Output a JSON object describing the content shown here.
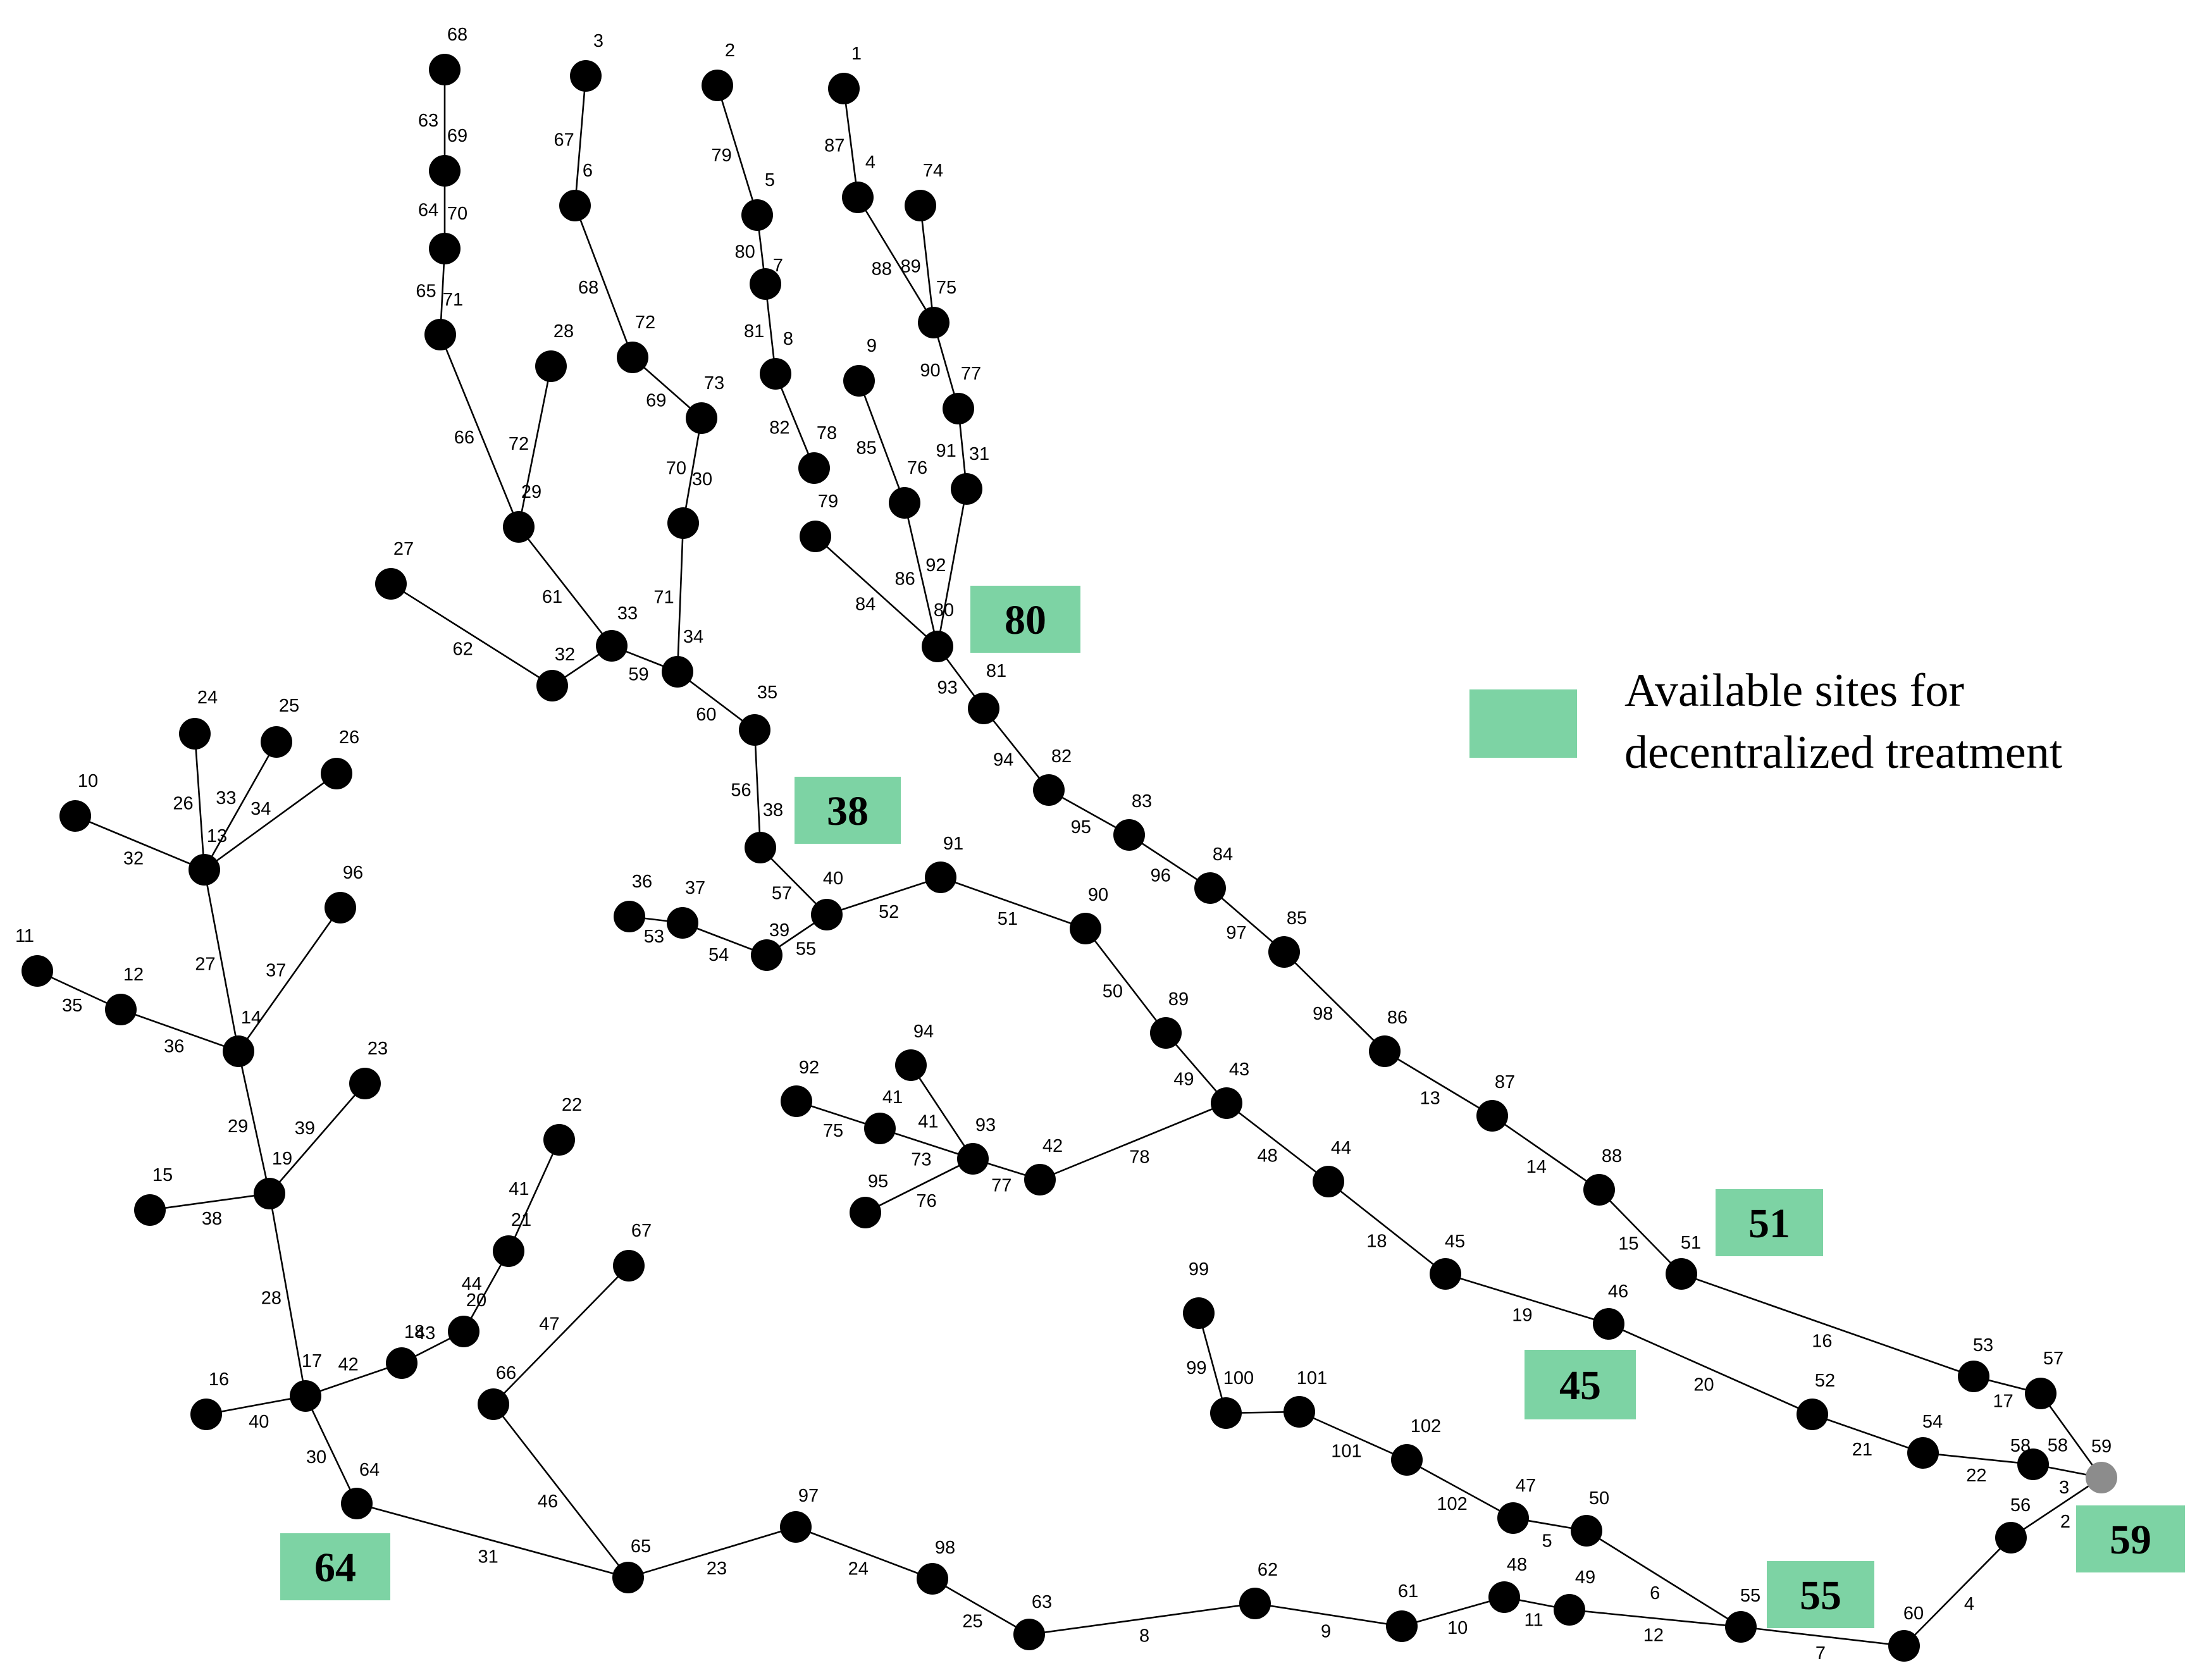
{
  "legend": {
    "line1": "Available sites for",
    "line2": "decentralized treatment",
    "color": "#7dd3a4"
  },
  "colors": {
    "node": "#000000",
    "outlet": "#8c8c8c",
    "edge": "#000000",
    "site": "#7dd3a4"
  },
  "outlet_node": "59",
  "treatment_sites": [
    "80",
    "38",
    "51",
    "45",
    "64",
    "55",
    "59"
  ],
  "nodes": [
    {
      "id": "68",
      "label": "68"
    },
    {
      "id": "69",
      "label": "69"
    },
    {
      "id": "70",
      "label": "70"
    },
    {
      "id": "71",
      "label": "71"
    },
    {
      "id": "3",
      "label": "3"
    },
    {
      "id": "6",
      "label": "6"
    },
    {
      "id": "72",
      "label": "72"
    },
    {
      "id": "73",
      "label": "73"
    },
    {
      "id": "30",
      "label": "30"
    },
    {
      "id": "34",
      "label": "34"
    },
    {
      "id": "28",
      "label": "28"
    },
    {
      "id": "29",
      "label": "29"
    },
    {
      "id": "27",
      "label": "27"
    },
    {
      "id": "32",
      "label": "32"
    },
    {
      "id": "33",
      "label": "33"
    },
    {
      "id": "35",
      "label": "35"
    },
    {
      "id": "38",
      "label": "38"
    },
    {
      "id": "2",
      "label": "2"
    },
    {
      "id": "5",
      "label": "5"
    },
    {
      "id": "7",
      "label": "7"
    },
    {
      "id": "8",
      "label": "8"
    },
    {
      "id": "78",
      "label": "78"
    },
    {
      "id": "79",
      "label": "79"
    },
    {
      "id": "1",
      "label": "1"
    },
    {
      "id": "4",
      "label": "4"
    },
    {
      "id": "74",
      "label": "74"
    },
    {
      "id": "75",
      "label": "75"
    },
    {
      "id": "77",
      "label": "77"
    },
    {
      "id": "31",
      "label": "31"
    },
    {
      "id": "9",
      "label": "9"
    },
    {
      "id": "76",
      "label": "76"
    },
    {
      "id": "80",
      "label": "80"
    },
    {
      "id": "81",
      "label": "81"
    },
    {
      "id": "82",
      "label": "82"
    },
    {
      "id": "83",
      "label": "83"
    },
    {
      "id": "84",
      "label": "84"
    },
    {
      "id": "85",
      "label": "85"
    },
    {
      "id": "86",
      "label": "86"
    },
    {
      "id": "87",
      "label": "87"
    },
    {
      "id": "88",
      "label": "88"
    },
    {
      "id": "51",
      "label": "51"
    },
    {
      "id": "53",
      "label": "53"
    },
    {
      "id": "57",
      "label": "57"
    },
    {
      "id": "58",
      "label": "58"
    },
    {
      "id": "59",
      "label": "59"
    },
    {
      "id": "36",
      "label": "36"
    },
    {
      "id": "37",
      "label": "37"
    },
    {
      "id": "39",
      "label": "39"
    },
    {
      "id": "40",
      "label": "40"
    },
    {
      "id": "91",
      "label": "91"
    },
    {
      "id": "90",
      "label": "90"
    },
    {
      "id": "89",
      "label": "89"
    },
    {
      "id": "43",
      "label": "43"
    },
    {
      "id": "44",
      "label": "44"
    },
    {
      "id": "45",
      "label": "45"
    },
    {
      "id": "46",
      "label": "46"
    },
    {
      "id": "52",
      "label": "52"
    },
    {
      "id": "54",
      "label": "54"
    },
    {
      "id": "92",
      "label": "92"
    },
    {
      "id": "94",
      "label": "94"
    },
    {
      "id": "41",
      "label": "41"
    },
    {
      "id": "93",
      "label": "93"
    },
    {
      "id": "95",
      "label": "95"
    },
    {
      "id": "42",
      "label": "42"
    },
    {
      "id": "24",
      "label": "24"
    },
    {
      "id": "25",
      "label": "25"
    },
    {
      "id": "26",
      "label": "26"
    },
    {
      "id": "10",
      "label": "10"
    },
    {
      "id": "13",
      "label": "13"
    },
    {
      "id": "96",
      "label": "96"
    },
    {
      "id": "11",
      "label": "11"
    },
    {
      "id": "12",
      "label": "12"
    },
    {
      "id": "14",
      "label": "14"
    },
    {
      "id": "23",
      "label": "23"
    },
    {
      "id": "15",
      "label": "15"
    },
    {
      "id": "19",
      "label": "19"
    },
    {
      "id": "22",
      "label": "22"
    },
    {
      "id": "21",
      "label": "21"
    },
    {
      "id": "20",
      "label": "20"
    },
    {
      "id": "18",
      "label": "18"
    },
    {
      "id": "17",
      "label": "17"
    },
    {
      "id": "16",
      "label": "16"
    },
    {
      "id": "67",
      "label": "67"
    },
    {
      "id": "66",
      "label": "66"
    },
    {
      "id": "64",
      "label": "64"
    },
    {
      "id": "65",
      "label": "65"
    },
    {
      "id": "97",
      "label": "97"
    },
    {
      "id": "98",
      "label": "98"
    },
    {
      "id": "63",
      "label": "63"
    },
    {
      "id": "62",
      "label": "62"
    },
    {
      "id": "61",
      "label": "61"
    },
    {
      "id": "48",
      "label": "48"
    },
    {
      "id": "49",
      "label": "49"
    },
    {
      "id": "55",
      "label": "55"
    },
    {
      "id": "60",
      "label": "60"
    },
    {
      "id": "56",
      "label": "56"
    },
    {
      "id": "99",
      "label": "99"
    },
    {
      "id": "100",
      "label": "100"
    },
    {
      "id": "101",
      "label": "101"
    },
    {
      "id": "102",
      "label": "102"
    },
    {
      "id": "47",
      "label": "47"
    },
    {
      "id": "50",
      "label": "50"
    }
  ],
  "edges": [
    {
      "from": "68",
      "to": "69",
      "label": "63"
    },
    {
      "from": "69",
      "to": "70",
      "label": "64"
    },
    {
      "from": "70",
      "to": "71",
      "label": "65"
    },
    {
      "from": "71",
      "to": "29",
      "label": "66"
    },
    {
      "from": "3",
      "to": "6",
      "label": "67"
    },
    {
      "from": "6",
      "to": "72",
      "label": "68"
    },
    {
      "from": "72",
      "to": "73",
      "label": "69"
    },
    {
      "from": "73",
      "to": "30",
      "label": "70"
    },
    {
      "from": "30",
      "to": "34",
      "label": "71"
    },
    {
      "from": "28",
      "to": "29",
      "label": "72"
    },
    {
      "from": "29",
      "to": "33",
      "label": "61"
    },
    {
      "from": "27",
      "to": "32",
      "label": "62"
    },
    {
      "from": "32",
      "to": "33",
      "label": ""
    },
    {
      "from": "33",
      "to": "34",
      "label": "59"
    },
    {
      "from": "34",
      "to": "35",
      "label": "60"
    },
    {
      "from": "35",
      "to": "38",
      "label": "56"
    },
    {
      "from": "38",
      "to": "40",
      "label": "57"
    },
    {
      "from": "2",
      "to": "5",
      "label": "79"
    },
    {
      "from": "5",
      "to": "7",
      "label": "80"
    },
    {
      "from": "7",
      "to": "8",
      "label": "81"
    },
    {
      "from": "8",
      "to": "78",
      "label": "82"
    },
    {
      "from": "79",
      "to": "80",
      "label": "84"
    },
    {
      "from": "1",
      "to": "4",
      "label": "87"
    },
    {
      "from": "4",
      "to": "75",
      "label": "88"
    },
    {
      "from": "74",
      "to": "75",
      "label": "89"
    },
    {
      "from": "75",
      "to": "77",
      "label": "90"
    },
    {
      "from": "77",
      "to": "31",
      "label": "91"
    },
    {
      "from": "31",
      "to": "80",
      "label": "92"
    },
    {
      "from": "9",
      "to": "76",
      "label": "85"
    },
    {
      "from": "76",
      "to": "80",
      "label": "86"
    },
    {
      "from": "80",
      "to": "81",
      "label": "93"
    },
    {
      "from": "81",
      "to": "82",
      "label": "94"
    },
    {
      "from": "82",
      "to": "83",
      "label": "95"
    },
    {
      "from": "83",
      "to": "84",
      "label": "96"
    },
    {
      "from": "84",
      "to": "85",
      "label": "97"
    },
    {
      "from": "85",
      "to": "86",
      "label": "98"
    },
    {
      "from": "86",
      "to": "87",
      "label": "13"
    },
    {
      "from": "87",
      "to": "88",
      "label": "14"
    },
    {
      "from": "88",
      "to": "51",
      "label": "15"
    },
    {
      "from": "51",
      "to": "53",
      "label": "16"
    },
    {
      "from": "53",
      "to": "57",
      "label": "17"
    },
    {
      "from": "57",
      "to": "59",
      "label": "58"
    },
    {
      "from": "36",
      "to": "37",
      "label": "53"
    },
    {
      "from": "37",
      "to": "39",
      "label": "54"
    },
    {
      "from": "39",
      "to": "40",
      "label": "55"
    },
    {
      "from": "40",
      "to": "91",
      "label": "52"
    },
    {
      "from": "91",
      "to": "90",
      "label": "51"
    },
    {
      "from": "90",
      "to": "89",
      "label": "50"
    },
    {
      "from": "89",
      "to": "43",
      "label": "49"
    },
    {
      "from": "43",
      "to": "44",
      "label": "48"
    },
    {
      "from": "44",
      "to": "45",
      "label": "18"
    },
    {
      "from": "45",
      "to": "46",
      "label": "19"
    },
    {
      "from": "46",
      "to": "52",
      "label": "20"
    },
    {
      "from": "52",
      "to": "54",
      "label": "21"
    },
    {
      "from": "54",
      "to": "58",
      "label": "22"
    },
    {
      "from": "58",
      "to": "59",
      "label": "3"
    },
    {
      "from": "92",
      "to": "41",
      "label": "75"
    },
    {
      "from": "94",
      "to": "93",
      "label": "41"
    },
    {
      "from": "41",
      "to": "93",
      "label": "73"
    },
    {
      "from": "95",
      "to": "93",
      "label": "76"
    },
    {
      "from": "93",
      "to": "42",
      "label": "77"
    },
    {
      "from": "42",
      "to": "43",
      "label": "78"
    },
    {
      "from": "24",
      "to": "13",
      "label": "26"
    },
    {
      "from": "25",
      "to": "13",
      "label": "33"
    },
    {
      "from": "26",
      "to": "13",
      "label": "34"
    },
    {
      "from": "10",
      "to": "13",
      "label": "32"
    },
    {
      "from": "13",
      "to": "14",
      "label": "27"
    },
    {
      "from": "96",
      "to": "14",
      "label": "37"
    },
    {
      "from": "11",
      "to": "12",
      "label": "35"
    },
    {
      "from": "12",
      "to": "14",
      "label": "36"
    },
    {
      "from": "14",
      "to": "19",
      "label": "29"
    },
    {
      "from": "23",
      "to": "19",
      "label": "39"
    },
    {
      "from": "15",
      "to": "19",
      "label": "38"
    },
    {
      "from": "19",
      "to": "17",
      "label": "28"
    },
    {
      "from": "22",
      "to": "21",
      "label": "41"
    },
    {
      "from": "21",
      "to": "20",
      "label": "44"
    },
    {
      "from": "20",
      "to": "18",
      "label": "43"
    },
    {
      "from": "18",
      "to": "17",
      "label": "42"
    },
    {
      "from": "16",
      "to": "17",
      "label": "40"
    },
    {
      "from": "17",
      "to": "64",
      "label": "30"
    },
    {
      "from": "67",
      "to": "66",
      "label": "47"
    },
    {
      "from": "66",
      "to": "65",
      "label": "46"
    },
    {
      "from": "64",
      "to": "65",
      "label": "31"
    },
    {
      "from": "65",
      "to": "97",
      "label": "23"
    },
    {
      "from": "97",
      "to": "98",
      "label": "24"
    },
    {
      "from": "98",
      "to": "63",
      "label": "25"
    },
    {
      "from": "63",
      "to": "62",
      "label": "8"
    },
    {
      "from": "62",
      "to": "61",
      "label": "9"
    },
    {
      "from": "61",
      "to": "48",
      "label": "10"
    },
    {
      "from": "48",
      "to": "49",
      "label": "11"
    },
    {
      "from": "49",
      "to": "55",
      "label": "12"
    },
    {
      "from": "55",
      "to": "60",
      "label": "7"
    },
    {
      "from": "60",
      "to": "56",
      "label": "4"
    },
    {
      "from": "56",
      "to": "59",
      "label": "2"
    },
    {
      "from": "99",
      "to": "100",
      "label": "99"
    },
    {
      "from": "100",
      "to": "101",
      "label": ""
    },
    {
      "from": "101",
      "to": "102",
      "label": "101"
    },
    {
      "from": "102",
      "to": "47",
      "label": "102"
    },
    {
      "from": "47",
      "to": "50",
      "label": "5"
    },
    {
      "from": "50",
      "to": "55",
      "label": "6"
    }
  ]
}
